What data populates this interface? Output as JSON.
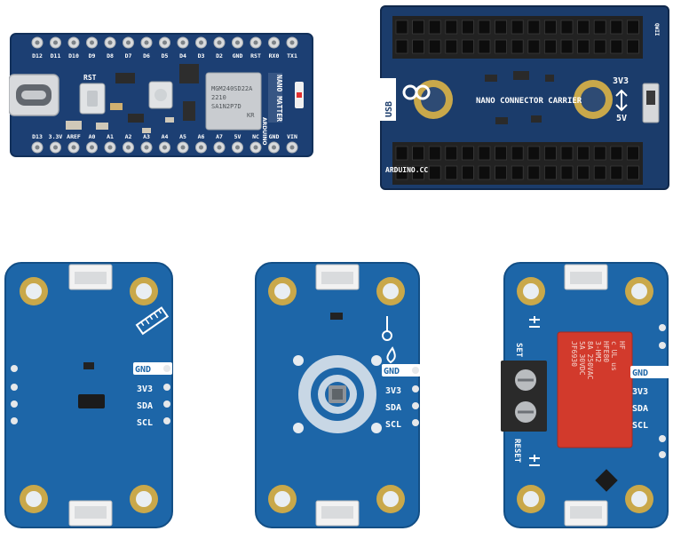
{
  "nano_matter": {
    "top_pins": [
      "D12",
      "D11",
      "D10",
      "D9",
      "D8",
      "D7",
      "D6",
      "D5",
      "D4",
      "D3",
      "D2",
      "GND",
      "RST",
      "RX0",
      "TX1"
    ],
    "bottom_pins": [
      "D13",
      "3.3V",
      "AREF",
      "A0",
      "A1",
      "A2",
      "A3",
      "A4",
      "A5",
      "A6",
      "A7",
      "5V",
      "NC",
      "GND",
      "VIN"
    ],
    "rst_label": "RST",
    "side_label": "NANO MATTER",
    "brand": "ARDUINO",
    "module_text": [
      "MGM240SD22A",
      "2210",
      "SA1N2P7D",
      "KR"
    ]
  },
  "carrier": {
    "usb_label": "USB",
    "title": "NANO CONNECTOR CARRIER",
    "brand": "ARDUINO.CC",
    "v33": "3V3",
    "v5": "5V",
    "tag": "QWII"
  },
  "modulino": {
    "pins": [
      "GND",
      "3V3",
      "SDA",
      "SCL"
    ]
  },
  "relay": {
    "set_label": "SET",
    "reset_label": "RESET",
    "relay_text": [
      "HF",
      "c UL us",
      "HFE80",
      "3-HM2",
      "8A 250VAC",
      "5A 30VDC",
      "JF6930"
    ],
    "colors": {
      "board": "#1a5f99",
      "relay": "#d23a2c"
    }
  }
}
